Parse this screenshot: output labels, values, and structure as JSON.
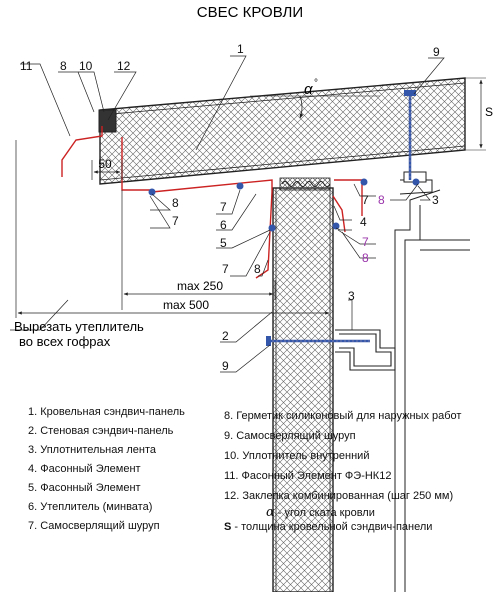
{
  "title": "СВЕС КРОВЛИ",
  "drawing": {
    "callouts": {
      "c1": "1",
      "c2": "2",
      "c3a": "3",
      "c3b": "3",
      "c4": "4",
      "c5": "5",
      "c6": "6",
      "c7a": "7",
      "c7b": "7",
      "c7c": "7",
      "c7d": "7",
      "c7e": "7",
      "c8a": "8",
      "c8b": "8",
      "c8c": "8",
      "c8d": "8",
      "c8e": "8",
      "c9a": "9",
      "c9b": "9",
      "c10": "10",
      "c11": "11",
      "c12": "12"
    },
    "dim_50": "50",
    "dim_max250": "max 250",
    "dim_max500": "max 500",
    "dim_s": "S",
    "angle_symbol": "α",
    "angle_degree": "°",
    "cut_note_line1": "Вырезать утеплитель",
    "cut_note_line2": "во всех гофрах"
  },
  "legend": {
    "left": [
      "1. Кровельная сэндвич-панель",
      "2. Стеновая сэндвич-панель",
      "3. Уплотнительная лента",
      "4. Фасонный Элемент",
      "5. Фасонный Элемент",
      "6. Утеплитель (минвата)",
      "7. Самосверлящий шуруп"
    ],
    "right": [
      "8. Герметик силиконовый для наружных работ",
      "9. Самосверлящий шуруп",
      "10. Уплотнитель внутренний",
      "11. Фасонный Элемент ФЭ-НК12",
      "12. Заклепка комбинированная (шаг 250 мм)"
    ],
    "alpha_symbol": "α",
    "alpha_text": "- угол ската кровли",
    "s_symbol": "S",
    "s_text": "- толщина кровельной сэндвич-панели"
  },
  "colors": {
    "line": "#222222",
    "flashing": "#cc2222",
    "fastener": "#3355aa",
    "sealant": "#9933aa",
    "insulation_hatch": "#555555"
  }
}
